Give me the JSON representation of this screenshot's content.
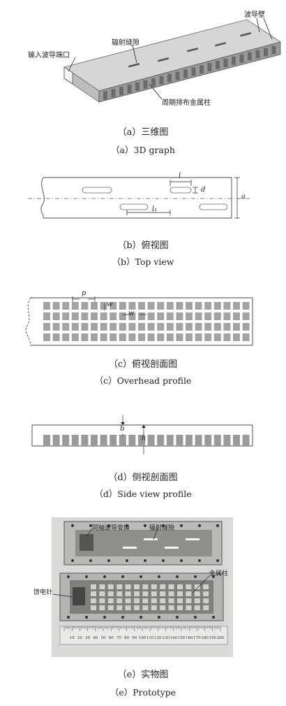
{
  "panel_a": {
    "labels": {
      "waveguide_wall": "波导壁",
      "radiation_slot": "辐射缝隙",
      "input_port": "输入波导端口",
      "metal_posts": "周期排布金属柱"
    },
    "caption_cn": "（a）三维图",
    "caption_en": "（a）3D graph"
  },
  "panel_b": {
    "dims": {
      "l": "l",
      "d": "d",
      "a": "a",
      "l1": "l₁"
    },
    "caption_cn": "（b）俯视图",
    "caption_en": "（b）Top view"
  },
  "panel_c": {
    "dims": {
      "p": "p",
      "w": "w",
      "w2": "w"
    },
    "caption_cn": "（c）俯视剖面图",
    "caption_en": "（c）Overhead profile"
  },
  "panel_d": {
    "dims": {
      "b": "b",
      "h": "h"
    },
    "caption_cn": "（d）侧视剖面图",
    "caption_en": "（d）Side view profile"
  },
  "panel_e": {
    "labels": {
      "coax_transition": "同轴波导变换",
      "radiation_slot": "辐射缝隙",
      "metal_posts": "金属柱",
      "feed_pin": "馈电针"
    },
    "ruler_numbers": [
      "10",
      "20",
      "30",
      "40",
      "50",
      "60",
      "70",
      "80",
      "90",
      "100",
      "110",
      "120",
      "130",
      "140",
      "150",
      "160",
      "170",
      "180",
      "190",
      "200"
    ],
    "caption_cn": "（e）实物图",
    "caption_en": "（e）Prototype"
  }
}
